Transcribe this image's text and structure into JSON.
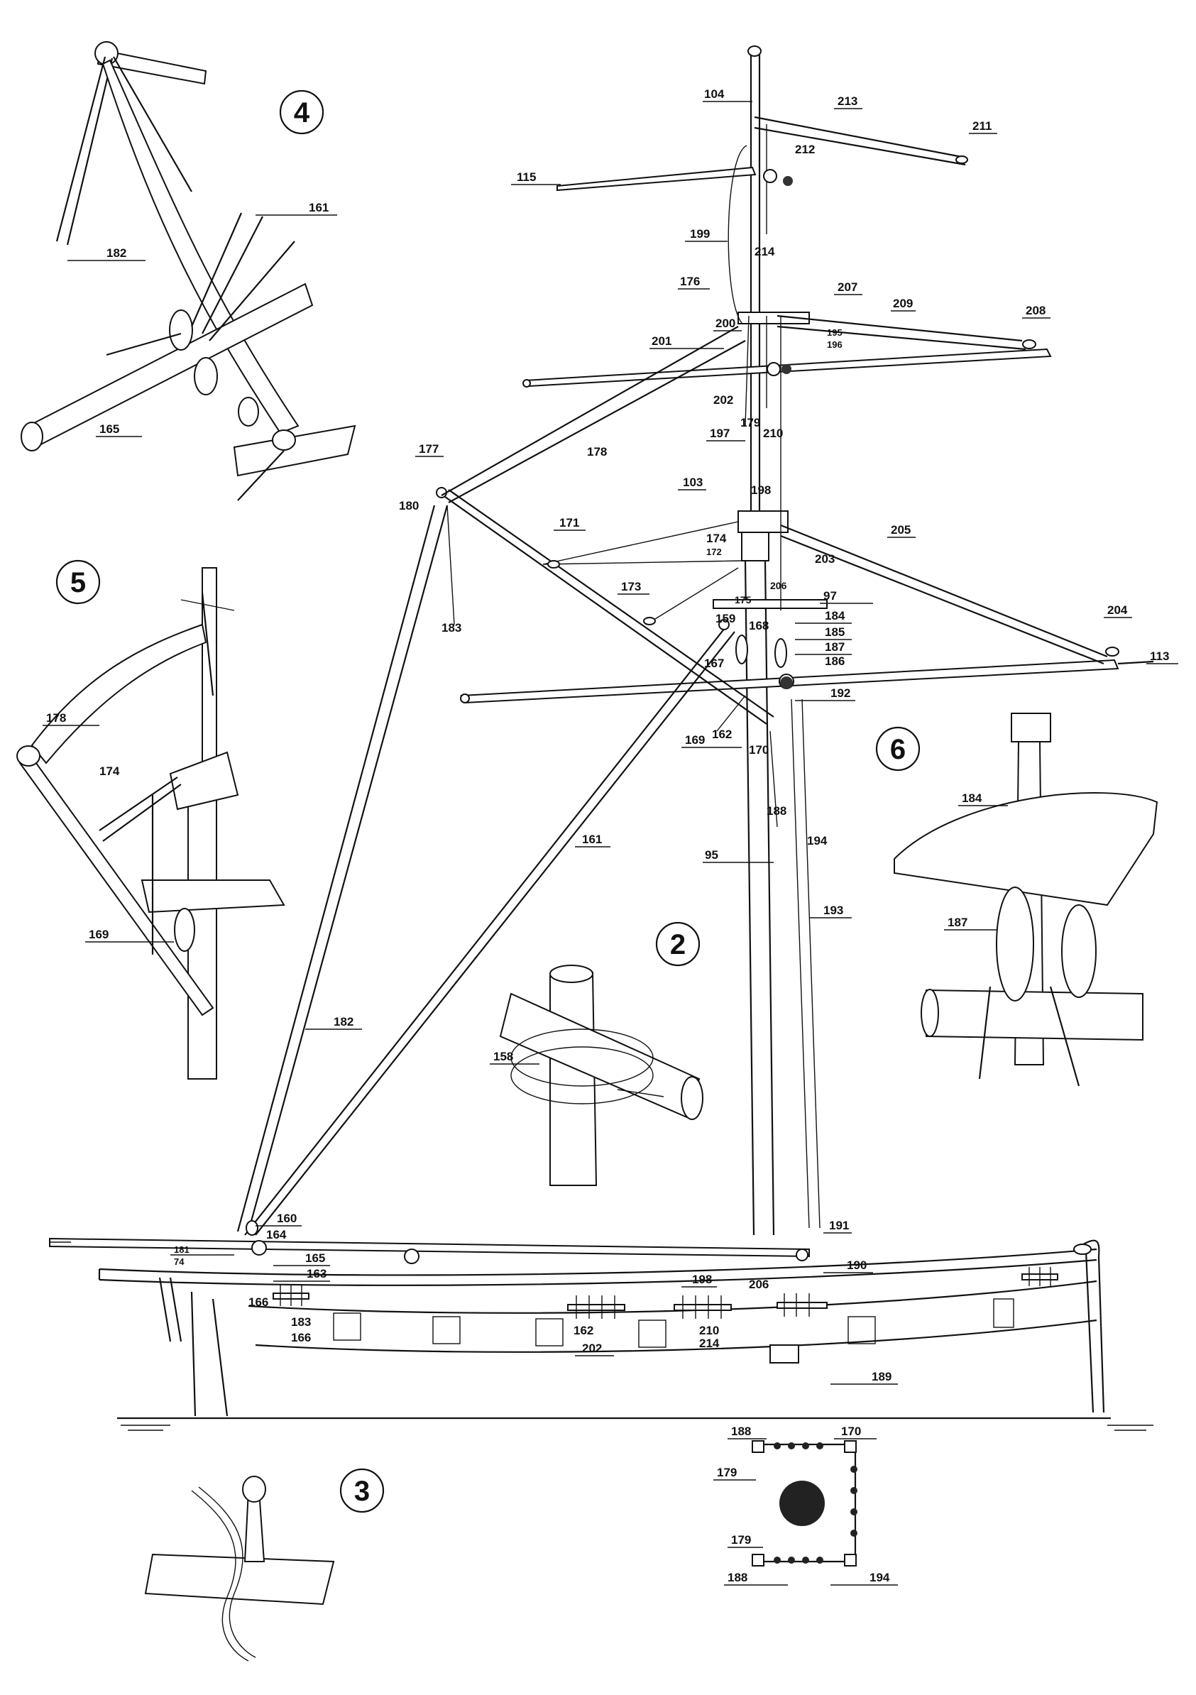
{
  "detail_numbers": [
    "4",
    "5",
    "2",
    "6",
    "3"
  ],
  "labels": {
    "l104": "104",
    "l213": "213",
    "l211": "211",
    "l212": "212",
    "l115": "115",
    "l199": "199",
    "l214": "214",
    "l176": "176",
    "l207": "207",
    "l209": "209",
    "l208": "208",
    "l200": "200",
    "l195": "195",
    "l196": "196",
    "l201": "201",
    "l202": "202",
    "l179": "179",
    "l210": "210",
    "l197": "197",
    "l178": "178",
    "l177": "177",
    "l198": "198",
    "l180": "180",
    "l103": "103",
    "l171": "171",
    "l174": "174",
    "l172": "172",
    "l205": "205",
    "l203": "203",
    "l183": "183",
    "l173": "173",
    "l175": "175",
    "l206": "206",
    "l97": "97",
    "l184": "184",
    "l159": "159",
    "l168": "168",
    "l185": "185",
    "l187": "187",
    "l186": "186",
    "l204": "204",
    "l113": "113",
    "l167": "167",
    "l192": "192",
    "l162": "162",
    "l169": "169",
    "l170": "170",
    "l188": "188",
    "l161": "161",
    "l194": "194",
    "l95": "95",
    "l193": "193",
    "l182": "182",
    "l158": "158",
    "l160": "160",
    "l164": "164",
    "l181": "181",
    "l74": "74",
    "l165": "165",
    "l163": "163",
    "l191": "191",
    "l190": "190",
    "l166": "166",
    "l189": "189",
    "d4_161": "161",
    "d4_182": "182",
    "d4_165": "165",
    "d5_178": "178",
    "d5_174": "174",
    "d5_169": "169",
    "d6_184": "184",
    "d6_187": "187",
    "b_198": "198",
    "b_206": "206",
    "b_162": "162",
    "b_202": "202",
    "b_210": "210",
    "b_214": "214",
    "b_183": "183",
    "b_166": "166",
    "p_188a": "188",
    "p_170": "170",
    "p_179a": "179",
    "p_179b": "179",
    "p_188b": "188",
    "p_194": "194"
  }
}
